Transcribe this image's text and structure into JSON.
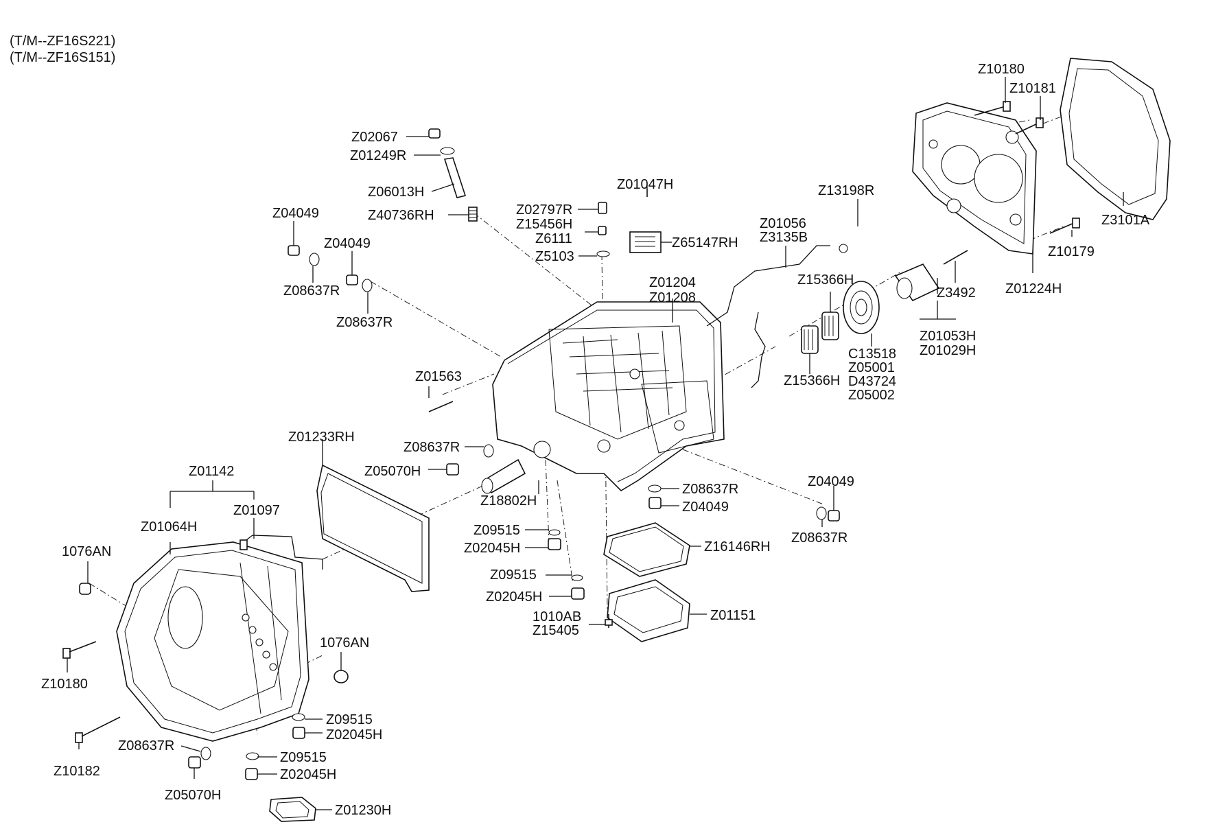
{
  "header": {
    "line1": "(T/M--ZF16S221)",
    "line2": "(T/M--ZF16S151)"
  },
  "callouts": [
    "Z10180",
    "Z10181",
    "Z3101A",
    "Z10179",
    "Z01224H",
    "Z02067",
    "Z01249R",
    "Z06013H",
    "Z40736RH",
    "Z01047H",
    "Z02797R",
    "Z15456H",
    "Z6111",
    "Z65147RH",
    "Z5103",
    "Z13198R",
    "Z01056",
    "Z3135B",
    "Z04049",
    "Z04049",
    "Z08637R",
    "Z08637R",
    "Z01204",
    "Z01208",
    "Z15366H",
    "Z3492",
    "Z01053H",
    "Z01029H",
    "C13518",
    "Z05001",
    "D43724",
    "Z05002",
    "Z15366H",
    "Z01563",
    "Z01233RH",
    "Z08637R",
    "Z05070H",
    "Z18802H",
    "Z08637R",
    "Z04049",
    "Z04049",
    "Z08637R",
    "Z01142",
    "Z01064H",
    "Z01097",
    "Z09515",
    "Z02045H",
    "Z16146RH",
    "Z09515",
    "Z02045H",
    "1076AN",
    "1010AB",
    "Z15405",
    "Z01151",
    "1076AN",
    "Z10180",
    "Z09515",
    "Z02045H",
    "Z08637R",
    "Z09515",
    "Z02045H",
    "Z10182",
    "Z05070H",
    "Z01230H"
  ]
}
